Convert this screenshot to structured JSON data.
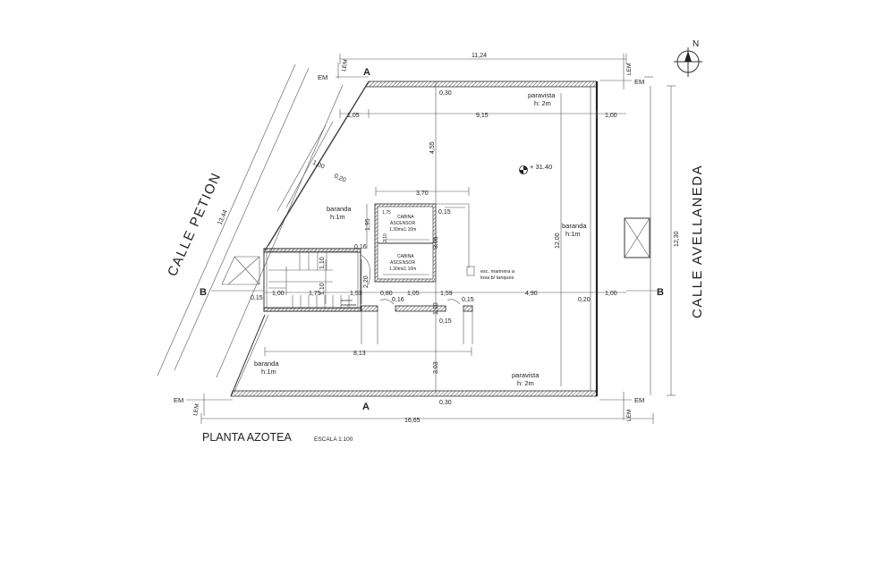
{
  "drawing": {
    "title": "PLANTA AZOTEA",
    "scale": "ESCALA 1:100",
    "streets": {
      "left": "CALLE PETION",
      "right": "CALLE AVELLANEDA"
    },
    "north_label": "N",
    "markers": {
      "line": "EM",
      "lem": "LEM",
      "section_a": "A",
      "section_b": "B"
    },
    "labels": {
      "paravista_top": [
        "paravista",
        "h: 2m"
      ],
      "paravista_bottom": [
        "paravista",
        "h: 2m"
      ],
      "baranda_left": [
        "baranda",
        "h:1m"
      ],
      "baranda_right": [
        "baranda",
        "h:1m"
      ],
      "baranda_bottom": [
        "baranda",
        "h:1m"
      ],
      "cabina_1": [
        "CABINA",
        "ASCENSOR",
        "1.30mx1.10m"
      ],
      "cabina_2": [
        "CABINA",
        "ASCENSOR",
        "1.30mx1.10m"
      ],
      "escalera": [
        "esc. marinera a",
        "losa b/ tanques"
      ],
      "small_note": [
        "acceso",
        "maquinas"
      ],
      "level": "+ 31.40"
    },
    "dimensions": {
      "top_width": "11,24",
      "top_wall": "0,30",
      "d_105": "1,05",
      "d_915": "9,15",
      "d_100_top": "1,00",
      "d_455": "4,55",
      "d_100_diag": "1,00",
      "d_020_diag": "0,20",
      "d_370": "3,70",
      "d_175": "1,75",
      "d_015_cab": "0,15",
      "d_195": "1,95",
      "d_210": "2,10",
      "d_305": "3,05",
      "d_016": "0,16",
      "d_110v": "1,10",
      "d_220": "2,20",
      "d_110a": "1,10",
      "d_015_left": "0,15",
      "d_100_left": "1,00",
      "d_175_b": "1,75",
      "d_153": "1,53",
      "d_080": "0,80",
      "d_105_b": "1,05",
      "d_159": "1,59",
      "d_016_b": "0,16",
      "d_015_b": "0,15",
      "d_490": "4,90",
      "d_020_b": "0,20",
      "d_100_b": "1,00",
      "d_110_c": "1,10",
      "d_015_c": "0,15",
      "d_813": "8,13",
      "d_303": "3,03",
      "bottom_wall": "0,30",
      "bottom_width": "16,65",
      "diag_length": "13,44",
      "right_height": "12,30",
      "inner_height": "12,00"
    }
  }
}
